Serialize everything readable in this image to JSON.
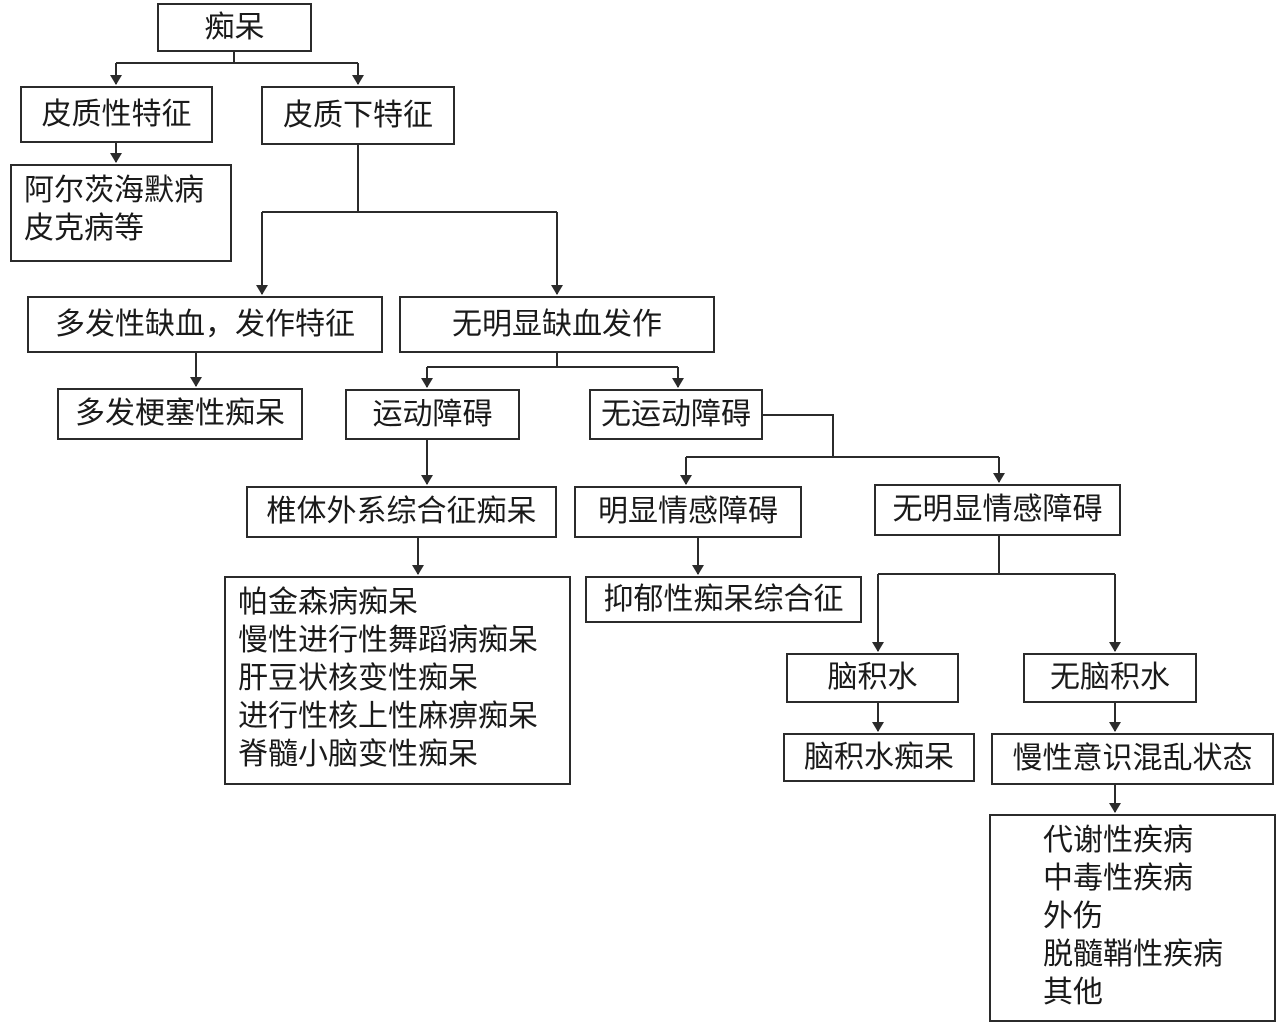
{
  "nodes": {
    "root": "痴呆",
    "cortical": "皮质性特征",
    "subcortical": "皮质下特征",
    "cortical_examples": [
      "阿尔茨海默病",
      "皮克病等"
    ],
    "multi_ischemic": "多发性缺血，发作特征",
    "no_ischemic": "无明显缺血发作",
    "multi_infarct": "多发梗塞性痴呆",
    "motor": "运动障碍",
    "no_motor": "无运动障碍",
    "extrapyramidal": "椎体外系综合征痴呆",
    "extrapyramidal_examples": [
      "帕金森病痴呆",
      "慢性进行性舞蹈病痴呆",
      "肝豆状核变性痴呆",
      "进行性核上性麻痹痴呆",
      "脊髓小脑变性痴呆"
    ],
    "affective": "明显情感障碍",
    "no_affective": "无明显情感障碍",
    "depressive": "抑郁性痴呆综合征",
    "hydrocephalus": "脑积水",
    "no_hydrocephalus": "无脑积水",
    "hydro_dementia": "脑积水痴呆",
    "confusion": "慢性意识混乱状态",
    "confusion_examples": [
      "代谢性疾病",
      "中毒性疾病",
      "外伤",
      "脱髓鞘性疾病",
      "其他"
    ]
  },
  "colors": {
    "line": "#2b2b2b",
    "text": "#1a1a1a",
    "background": "#ffffff"
  }
}
